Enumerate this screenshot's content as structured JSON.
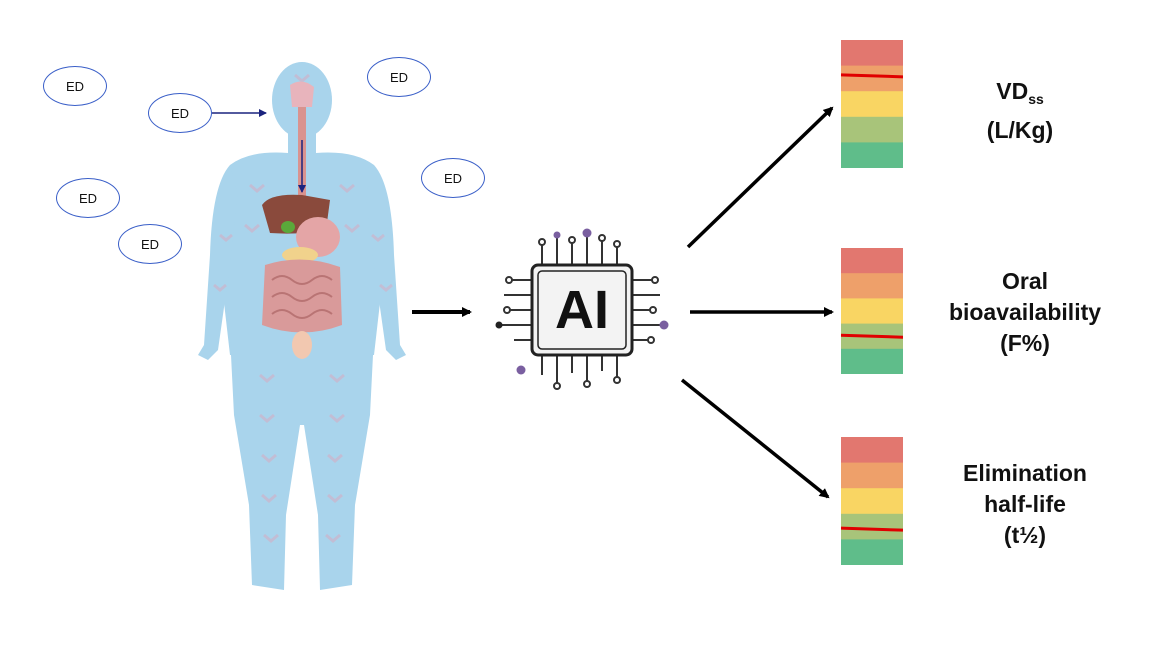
{
  "ed_bubbles": [
    "ED",
    "ED",
    "ED",
    "ED",
    "ED",
    "ED"
  ],
  "ai_label": "AI",
  "outputs": [
    {
      "line1": "VD",
      "sub": "ss",
      "line2": "(L/Kg)"
    },
    {
      "line1": "Oral",
      "line2": "bioavailability",
      "line3": "(F%)"
    },
    {
      "line1": "Elimination",
      "line2": "half-life",
      "line3": "(t½)"
    }
  ],
  "scales": [
    {
      "marker_fraction": 0.28
    },
    {
      "marker_fraction": 0.7
    },
    {
      "marker_fraction": 0.72
    }
  ],
  "colors": {
    "body_fill": "#a9d4ec",
    "arrow": "#000000",
    "ed_border": "#3a5fc8",
    "scale_bands": [
      "#e2776f",
      "#eea06a",
      "#f9d563",
      "#a8c47a",
      "#5fbd8a"
    ],
    "scale_marker": "#e00000"
  }
}
